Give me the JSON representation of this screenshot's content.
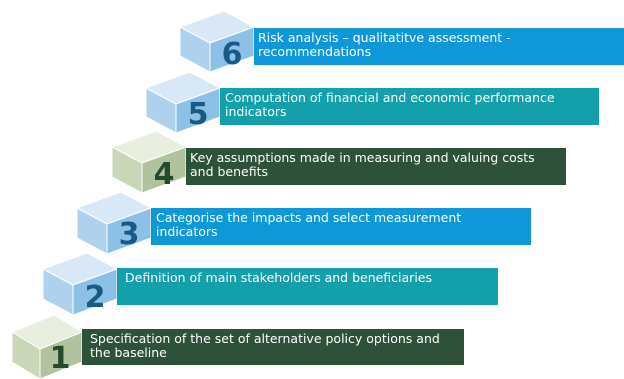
{
  "steps": [
    {
      "number": "1",
      "text": "Specification of the set of alternative policy options and the baseline",
      "color": "#2e5239",
      "cube_theme": "green"
    },
    {
      "number": "2",
      "text": "Definition of main stakeholders and beneficiaries",
      "color": "#14a0aa",
      "cube_theme": "blue"
    },
    {
      "number": "3",
      "text": "Categorise the impacts and select measurement indicators",
      "color": "#0f98d8",
      "cube_theme": "blue"
    },
    {
      "number": "4",
      "text": "Key assumptions made in measuring and valuing costs and benefits",
      "color": "#2e5239",
      "cube_theme": "green"
    },
    {
      "number": "5",
      "text": "Computation of financial and economic performance indicators",
      "color": "#14a0aa",
      "cube_theme": "blue"
    },
    {
      "number": "6",
      "text": "Risk analysis – qualitatitve assessment - recommendations",
      "color": "#0f98d8",
      "cube_theme": "blue"
    }
  ],
  "themes": {
    "blue": {
      "top": "#d9e8f6",
      "left": "#aed2ee",
      "front": "#8cc0e6",
      "digit": "#175a86"
    },
    "green": {
      "top": "#e9efdf",
      "left": "#c9d6b8",
      "front": "#b1c39e",
      "digit": "#244b2e"
    }
  }
}
